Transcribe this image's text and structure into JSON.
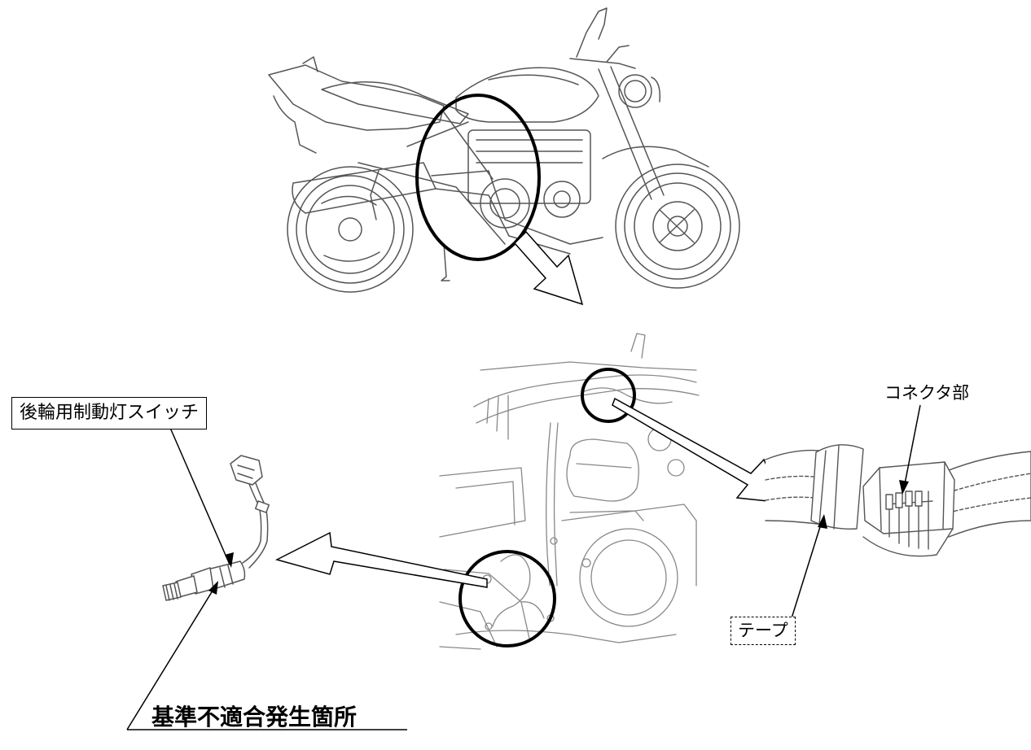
{
  "labels": {
    "rear_brake_switch": "後輪用制動灯スイッチ",
    "connector_part": "コネクタ部",
    "tape": "テープ",
    "defect_location": "基準不適合発生箇所"
  },
  "colors": {
    "line": "#000000",
    "drawing": "#555555",
    "background": "#ffffff"
  }
}
